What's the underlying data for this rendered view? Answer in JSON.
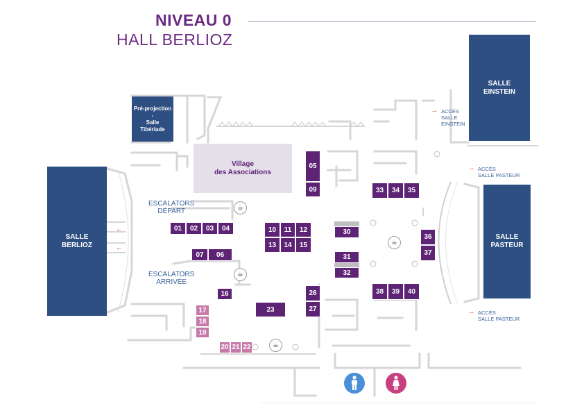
{
  "header": {
    "level": "NIVEAU 0",
    "hall": "HALL BERLIOZ"
  },
  "colors": {
    "purple": "#5d2476",
    "pink": "#c77aaa",
    "room_blue": "#2e4f82",
    "label_blue": "#3a5f9a",
    "arrow_red": "#d83a3a",
    "wc_men": "#4a90d9",
    "wc_women": "#c8407e"
  },
  "rooms": {
    "berlioz": "SALLE\nBERLIOZ",
    "einstein": "SALLE\nEINSTEIN",
    "pasteur": "SALLE\nPASTEUR",
    "tiberiade": "Pré-projection\n-\nSalle\nTibériade"
  },
  "village": "Village\ndes Associations",
  "labels": {
    "escalators_depart": "ESCALATORS\nDÉPART",
    "escalators_arrivee": "ESCALATORS\nARRIVÉE",
    "acces_einstein": "ACCÈS\nSALLE\nEINSTEIN",
    "acces_pasteur_top": "ACCÈS\nSALLE PASTEUR",
    "acces_pasteur_bottom": "ACCÈS\nSALLE PASTEUR"
  },
  "booths": [
    {
      "id": "b05",
      "label": "05"
    },
    {
      "id": "b09",
      "label": "09"
    },
    {
      "id": "b01",
      "label": "01"
    },
    {
      "id": "b02",
      "label": "02"
    },
    {
      "id": "b03",
      "label": "03"
    },
    {
      "id": "b04",
      "label": "04"
    },
    {
      "id": "b07",
      "label": "07"
    },
    {
      "id": "b06",
      "label": "06"
    },
    {
      "id": "b16",
      "label": "16"
    },
    {
      "id": "b10",
      "label": "10"
    },
    {
      "id": "b11",
      "label": "11"
    },
    {
      "id": "b12",
      "label": "12"
    },
    {
      "id": "b13",
      "label": "13"
    },
    {
      "id": "b14",
      "label": "14"
    },
    {
      "id": "b15",
      "label": "15"
    },
    {
      "id": "b30",
      "label": "30"
    },
    {
      "id": "b31",
      "label": "31"
    },
    {
      "id": "b32",
      "label": "32"
    },
    {
      "id": "b33",
      "label": "33"
    },
    {
      "id": "b34",
      "label": "34"
    },
    {
      "id": "b35",
      "label": "35"
    },
    {
      "id": "b36",
      "label": "36"
    },
    {
      "id": "b37",
      "label": "37"
    },
    {
      "id": "b38",
      "label": "38"
    },
    {
      "id": "b39",
      "label": "39"
    },
    {
      "id": "b40",
      "label": "40"
    },
    {
      "id": "b26",
      "label": "26"
    },
    {
      "id": "b27",
      "label": "27"
    },
    {
      "id": "b23",
      "label": "23"
    },
    {
      "id": "b17",
      "label": "17"
    },
    {
      "id": "b18",
      "label": "18"
    },
    {
      "id": "b19",
      "label": "19"
    },
    {
      "id": "b20",
      "label": "20"
    },
    {
      "id": "b21",
      "label": "21"
    },
    {
      "id": "b22",
      "label": "22"
    }
  ],
  "icons": {
    "coffee": "coffee-cup-icon",
    "wc_men": "men-restroom-icon",
    "wc_women": "women-restroom-icon",
    "arrow": "red-arrow-icon"
  }
}
